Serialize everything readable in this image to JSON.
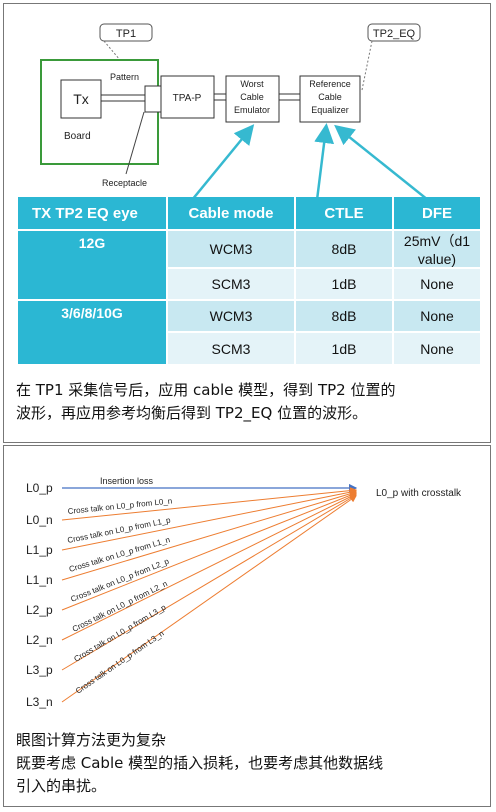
{
  "top_diagram": {
    "callout_tp1": "TP1",
    "callout_tp2_eq": "TP2_EQ",
    "tx": "Tx",
    "pattern": "Pattern",
    "board": "Board",
    "receptacle": "Receptacle",
    "tpa_p": "TPA-P",
    "worst_cable_emulator": [
      "Worst",
      "Cable",
      "Emulator"
    ],
    "reference_cable_equalizer": [
      "Reference",
      "Cable",
      "Equalizer"
    ]
  },
  "table": {
    "headers": [
      "TX TP2 EQ  eye",
      "Cable mode",
      "CTLE",
      "DFE"
    ],
    "groups": [
      {
        "label": "12G",
        "rows": [
          [
            "WCM3",
            "8dB",
            "25mV（d1 value)"
          ],
          [
            "SCM3",
            "1dB",
            "None"
          ]
        ]
      },
      {
        "label": "3/6/8/10G",
        "rows": [
          [
            "WCM3",
            "8dB",
            "None"
          ],
          [
            "SCM3",
            "1dB",
            "None"
          ]
        ]
      }
    ]
  },
  "caption1": {
    "line1": "在 TP1 采集信号后，应用 cable 模型，得到 TP2 位置的",
    "line2": "波形，再应用参考均衡后得到 TP2_EQ 位置的波形。"
  },
  "crosstalk": {
    "lanes": [
      "L0_p",
      "L0_n",
      "L1_p",
      "L1_n",
      "L2_p",
      "L2_n",
      "L3_p",
      "L3_n"
    ],
    "target": "L0_p with crosstalk",
    "insertion_loss": "Insertion loss",
    "labels": [
      "Cross talk on L0_p from L0_n",
      "Cross talk on L0_p from L1_p",
      "Cross talk on L0_p from L1_n",
      "Cross talk on L0_p from L2_p",
      "Cross talk on L0_p from L2_n",
      "Cross talk on L0_p from L3_p",
      "Cross talk on L0_p from L3_n"
    ],
    "colors": {
      "insertion": "#4472c4",
      "crosstalk": "#ed7d31"
    }
  },
  "caption2": {
    "line1": "眼图计算方法更为复杂",
    "line2": "既要考虑 Cable 模型的插入损耗，也要考虑其他数据线",
    "line3": "引入的串扰。"
  }
}
